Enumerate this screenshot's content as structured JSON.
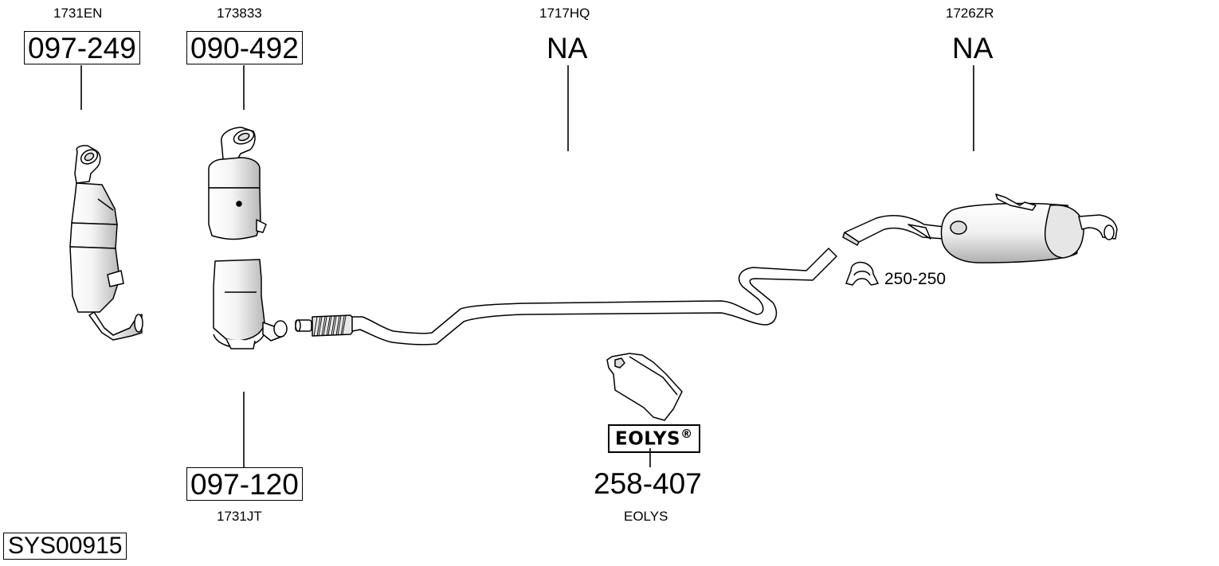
{
  "parts": [
    {
      "ref": "1731EN",
      "code": "097-249",
      "boxed": true
    },
    {
      "ref": "173833",
      "code": "090-492",
      "boxed": true
    },
    {
      "ref": "1717HQ",
      "code": "NA",
      "boxed": false
    },
    {
      "ref": "1726ZR",
      "code": "NA",
      "boxed": false
    },
    {
      "ref": "1731JT",
      "code": "097-120",
      "boxed": true
    },
    {
      "ref": "EOLYS",
      "code": "258-407",
      "boxed": false
    }
  ],
  "clamp": {
    "code": "250-250"
  },
  "eolys_badge": {
    "label": "EOLYS",
    "mark": "®"
  },
  "system_id": "SYS00915",
  "colors": {
    "stroke": "#000000",
    "background": "#ffffff",
    "pipe_fill": "#ffffff",
    "shade": "#d8d8d8"
  }
}
